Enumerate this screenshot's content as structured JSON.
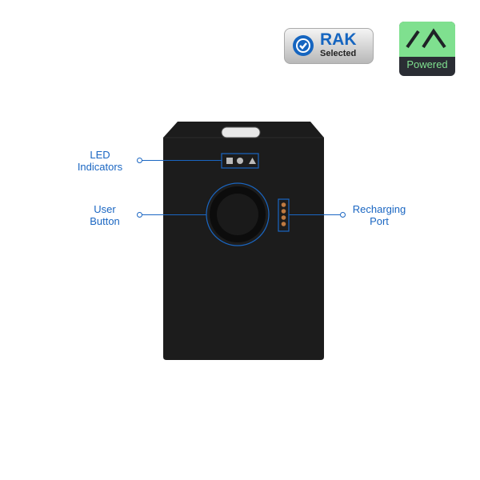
{
  "badges": {
    "rak_title": "RAK",
    "rak_sub": "Selected",
    "powered": "Powered"
  },
  "callouts": {
    "led": "LED Indicators",
    "button": "User Button",
    "port": "Recharging Port"
  },
  "colors": {
    "accent": "#1a66c2",
    "device": "#1c1c1c",
    "powered_green": "#7fe08f"
  }
}
